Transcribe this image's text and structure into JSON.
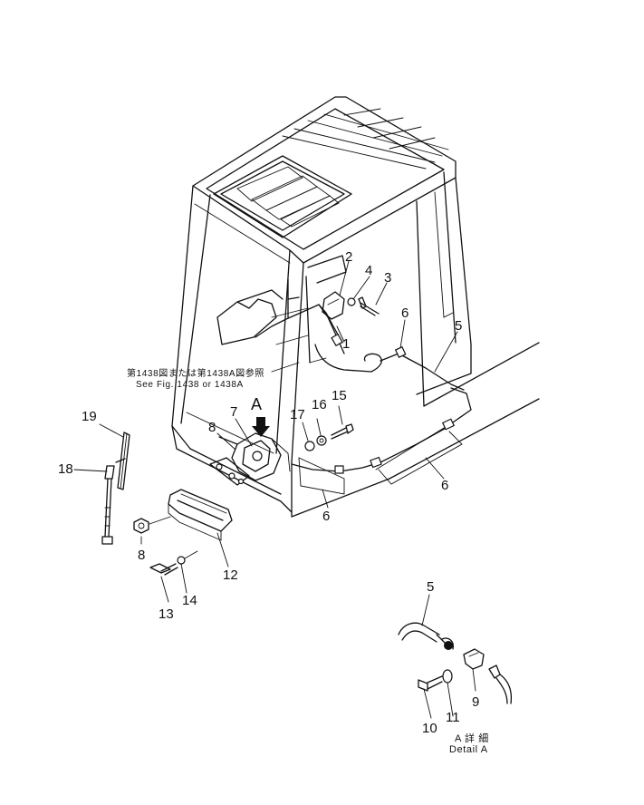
{
  "reference_note": {
    "line1": "第1438図または第1438A図参照",
    "line2": "See  Fig.  1438  or  1438A"
  },
  "view_marker": "A",
  "detail_caption": {
    "japanese": "A 詳 細",
    "english": "Detail  A"
  },
  "callouts": {
    "c1": "1",
    "c2": "2",
    "c3": "3",
    "c4": "4",
    "c5_main": "5",
    "c5_detail": "5",
    "c6_top": "6",
    "c6_right": "6",
    "c6_bottom": "6",
    "c7": "7",
    "c8_cab": "8",
    "c8_nut": "8",
    "c9": "9",
    "c10": "10",
    "c11": "11",
    "c12": "12",
    "c13": "13",
    "c14": "14",
    "c15": "15",
    "c16": "16",
    "c17": "17",
    "c18": "18",
    "c19": "19"
  }
}
